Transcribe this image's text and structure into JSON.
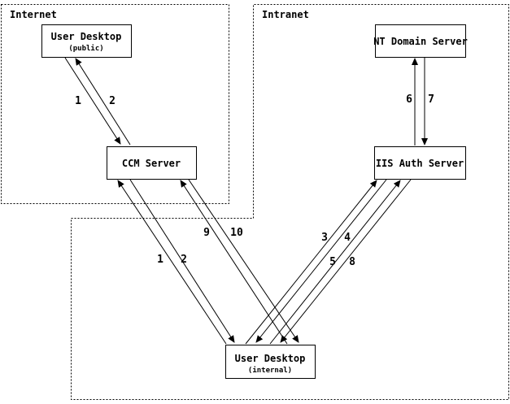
{
  "diagram": {
    "title_hint": "network authentication flow diagram",
    "colors": {
      "ink": "#000000",
      "paper": "#ffffff"
    },
    "zones": [
      {
        "label": "Internet"
      },
      {
        "label": "Intranet"
      }
    ],
    "nodes": {
      "user_desktop_public": {
        "label": "User Desktop",
        "sublabel": "(public)"
      },
      "nt_domain_server": {
        "label": "NT Domain Server"
      },
      "ccm_server": {
        "label": "CCM Server"
      },
      "iis_auth_server": {
        "label": "IIS Auth Server"
      },
      "user_desktop_internal": {
        "label": "User Desktop",
        "sublabel": "(internal)"
      }
    },
    "flow_labels": {
      "public_to_ccm": [
        "1",
        "2"
      ],
      "nt_to_iis": [
        "6",
        "7"
      ],
      "ccm_to_internal_a": [
        "1",
        "2"
      ],
      "ccm_to_internal_b": [
        "9",
        "10"
      ],
      "iis_to_internal_upper": [
        "3",
        "4"
      ],
      "iis_to_internal_lower": [
        "5",
        "8"
      ]
    }
  }
}
